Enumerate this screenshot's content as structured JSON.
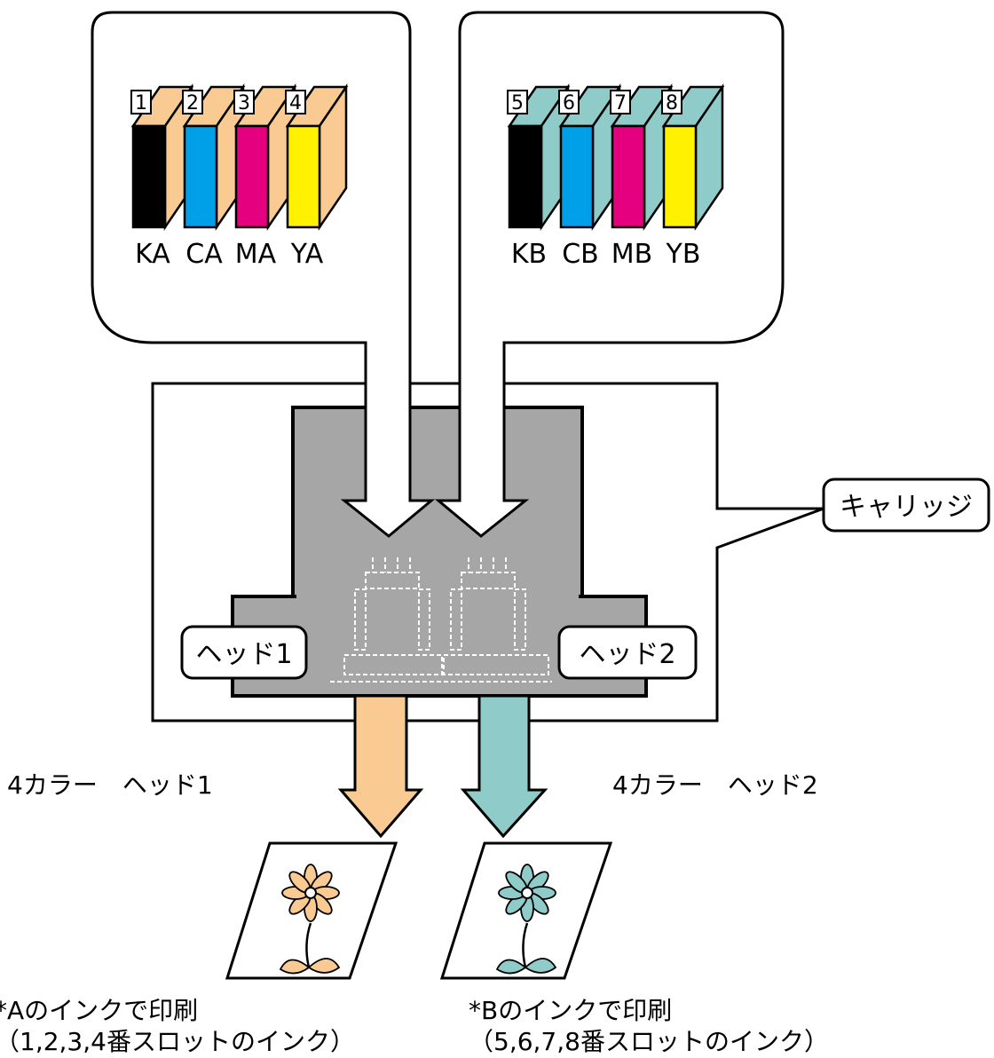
{
  "colors": {
    "black": "#000000",
    "cyan": "#00a0e9",
    "magenta": "#e4007f",
    "yellow": "#fff100",
    "groupA": "#f9cb92",
    "groupB": "#8fcbc8",
    "gray": "#a6a6a6"
  },
  "groupA": {
    "slots": [
      {
        "number": "1",
        "label": "KA",
        "color": "black"
      },
      {
        "number": "2",
        "label": "CA",
        "color": "cyan"
      },
      {
        "number": "3",
        "label": "MA",
        "color": "magenta"
      },
      {
        "number": "4",
        "label": "YA",
        "color": "yellow"
      }
    ],
    "head_label": "ヘッド1",
    "mode_label": "4カラー　ヘッド1",
    "caption_line1": "*Aのインクで印刷",
    "caption_line2": "（1,2,3,4番スロットのインク）"
  },
  "groupB": {
    "slots": [
      {
        "number": "5",
        "label": "KB",
        "color": "black"
      },
      {
        "number": "6",
        "label": "CB",
        "color": "cyan"
      },
      {
        "number": "7",
        "label": "MB",
        "color": "magenta"
      },
      {
        "number": "8",
        "label": "YB",
        "color": "yellow"
      }
    ],
    "head_label": "ヘッド2",
    "mode_label": "4カラー　ヘッド2",
    "caption_line1": "*Bのインクで印刷",
    "caption_line2": "（5,6,7,8番スロットのインク）"
  },
  "carriage_label": "キャリッジ"
}
